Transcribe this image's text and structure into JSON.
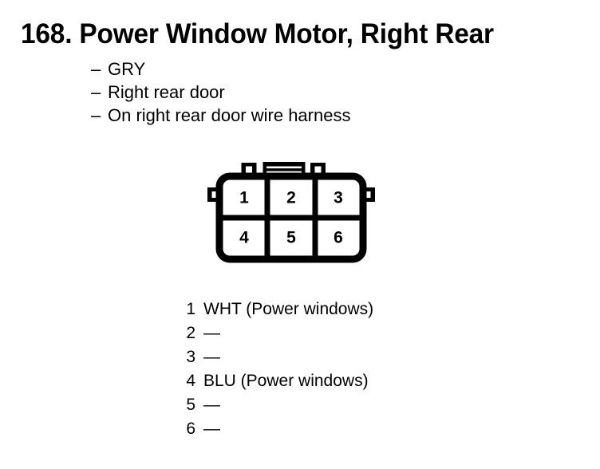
{
  "title": "168. Power Window Motor, Right Rear",
  "specs": [
    {
      "dash": "–",
      "text": "GRY"
    },
    {
      "dash": "–",
      "text": "Right rear door"
    },
    {
      "dash": "–",
      "text": "On right rear door wire harness"
    }
  ],
  "connector": {
    "type": "6-pin",
    "rows": 2,
    "columns": 3,
    "cells": [
      {
        "number": "1"
      },
      {
        "number": "2"
      },
      {
        "number": "3"
      },
      {
        "number": "4"
      },
      {
        "number": "5"
      },
      {
        "number": "6"
      }
    ],
    "outline_color": "#000000",
    "cavity_color": "#ffffff"
  },
  "pins": [
    {
      "number": "1",
      "value": "WHT (Power windows)"
    },
    {
      "number": "2",
      "value": "—"
    },
    {
      "number": "3",
      "value": "—"
    },
    {
      "number": "4",
      "value": "BLU (Power windows)"
    },
    {
      "number": "5",
      "value": "—"
    },
    {
      "number": "6",
      "value": "—"
    }
  ]
}
